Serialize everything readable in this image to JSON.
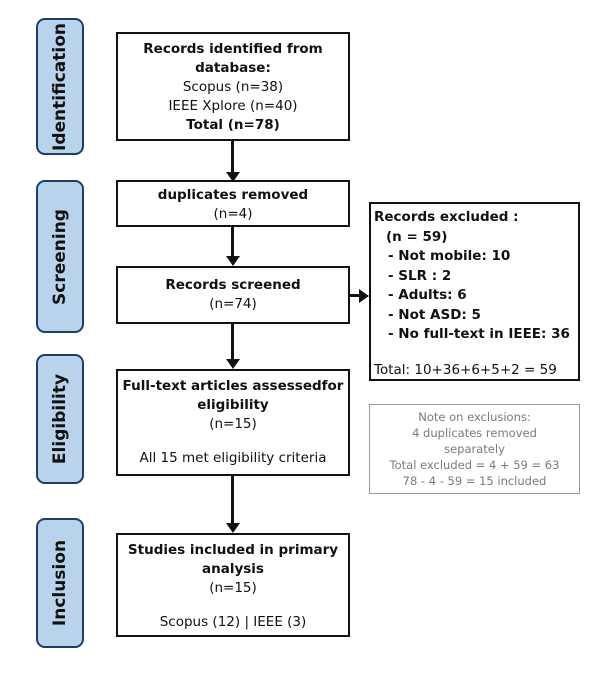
{
  "stages": {
    "identification": "Identification",
    "screening": "Screening",
    "eligibility": "Eligibility",
    "inclusion": "Inclusion"
  },
  "boxes": {
    "identified": {
      "title_1": "Records identified from",
      "title_2": "database:",
      "scopus": "Scopus (n=38)",
      "ieee": "IEEE Xplore (n=40)",
      "total": "Total (n=78)"
    },
    "duplicates": {
      "title": "duplicates removed",
      "count": "(n=4)"
    },
    "screened": {
      "title": "Records screened",
      "count": "(n=74)"
    },
    "fulltext": {
      "title_1": "Full-text articles assessedfor",
      "title_2": "eligibility",
      "count": "(n=15)",
      "note": "All 15 met eligibility criteria"
    },
    "included": {
      "title_1": "Studies included in primary",
      "title_2": "analysis",
      "count": "(n=15)",
      "sources": "Scopus  (12) | IEEE (3)"
    }
  },
  "excluded": {
    "title": "Records excluded :",
    "count": "(n = 59)",
    "items": [
      "- Not mobile: 10",
      "- SLR : 2",
      "- Adults: 6",
      "- Not ASD: 5",
      "- No full-text in IEEE: 36"
    ],
    "total": "Total: 10+36+6+5+2 = 59"
  },
  "note": {
    "lines": [
      "Note on exclusions:",
      "4 duplicates removed",
      "separately",
      "Total excluded = 4 + 59 = 63",
      "78 - 4 - 59 = 15 included"
    ]
  }
}
